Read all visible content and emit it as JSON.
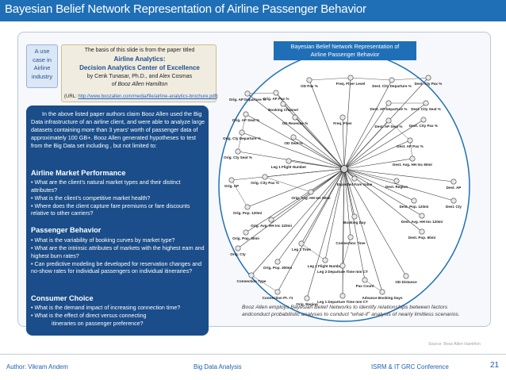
{
  "title": "Bayesian Belief Network Representation of Airline Passenger Behavior",
  "use_case": [
    "A use",
    "case in",
    "Airline",
    "industry"
  ],
  "paper": {
    "intro": "The basis of this slide is from the paper titled",
    "title_line1": "Airline Analytics:",
    "title_line2": "Decision Analytics Center of Excellence",
    "authors": "by  Cenk Tunasar, Ph.D.,  and  Alex Cosmas",
    "org": "of  Booz  Allen Hamilton",
    "url_prefix": "(URL: ",
    "url": "http://www.boozallen.com/media/file/airline-analytics-brochure.pdf",
    "url_suffix": ")"
  },
  "panel": {
    "intro": "In the above listed paper authors claim Booz Allen used the Big Data infrastructure of an airline client, and were able to analyze large datasets containing more than 3 years' worth of passenger data of approximately 100 GB+. Booz Allen generated hypotheses to test from the Big Data  set including , but not limited to:",
    "sections": [
      {
        "heading": "Airline Market Performance",
        "bullets": [
          "• What are the client’s natural market types and their distinct attributes?",
          "• What is the client’s competitive market health?",
          "• Where does the client capture fare premiums or fare discounts relative to other carriers?"
        ]
      },
      {
        "heading": "Passenger Behavior",
        "bullets": [
          "• What is the variability of booking curves by market type?",
          "• What are the intrinsic attributes of markets with the highest earn and highest burn rates?",
          "• Can predictive modeling be developed for reservation changes and no-show rates for individual passengers on individual itineraries?"
        ]
      },
      {
        "heading": "Consumer Choice",
        "bullets": [
          "• What is the demand impact of increasing connection time?",
          "• What is the effect of direct versus connecting"
        ],
        "continuation": "itineraries on passenger preference?"
      }
    ]
  },
  "diagram": {
    "caption_line1": "Bayesian Belief Network Representation of",
    "caption_line2": "Airline Passenger Behavior",
    "nodes": [
      {
        "label": "OD Pax %"
      },
      {
        "label": "Freq. Flyer Level"
      },
      {
        "label": "Dest. City Departure %"
      },
      {
        "label": "Dest. Cty Pax %"
      },
      {
        "label": "Orig. AP Departure %"
      },
      {
        "label": "Booking Channel"
      },
      {
        "label": "Dest. AP Departure %"
      },
      {
        "label": "Dest. City Seat %"
      },
      {
        "label": "Orig. AP Pax %"
      },
      {
        "label": "Orig. AP Seat %"
      },
      {
        "label": "Orig. Cty Departure %"
      },
      {
        "label": "OD Revenue %"
      },
      {
        "label": "Freq. Flyer"
      },
      {
        "label": "Dest. AP Seat %"
      },
      {
        "label": "Dest. City Pax %"
      },
      {
        "label": "Orig. Cty Seat %"
      },
      {
        "label": "OD Seat %"
      },
      {
        "label": "Dest. AP Pax %"
      },
      {
        "label": "Leg 1 Flight Number"
      },
      {
        "label": "Dest. Avg. HH Inc 60mi"
      },
      {
        "label": "Orig. AP"
      },
      {
        "label": "Orig. City Pax %"
      },
      {
        "label": "Expected Fare Value"
      },
      {
        "label": "Dest. Region"
      },
      {
        "label": "Dest. AP"
      },
      {
        "label": "Orig. Avg. HH Inc 60mi"
      },
      {
        "label": "Dest. Pop. 120mi"
      },
      {
        "label": "Dest. Cty"
      },
      {
        "label": "Orig. Pop. 120mi"
      },
      {
        "label": "Dest. Avg. HH Inc 120mi"
      },
      {
        "label": "Orig. Avg. HH Inc 120mi"
      },
      {
        "label": "Booking Day"
      },
      {
        "label": "Orig. Pop. 60mi"
      },
      {
        "label": "Dest. Pop. 60mi"
      },
      {
        "label": "Orig. Cty"
      },
      {
        "label": "Connection Time"
      },
      {
        "label": "Leg 1 Time"
      },
      {
        "label": "Leg 2 Flight Number"
      },
      {
        "label": "Orig. Pop. 300mi"
      },
      {
        "label": "Leg 2 Departure Time mm CT"
      },
      {
        "label": "Connection Type"
      },
      {
        "label": "Pax Count"
      },
      {
        "label": "OD Distance"
      },
      {
        "label": "Connection Pt. #1"
      },
      {
        "label": "Orig. Region"
      },
      {
        "label": "Advance Booking Days"
      },
      {
        "label": "Leg 1 Departure Time mm CT"
      }
    ],
    "footnote": "Booz Allen employs Bayesian Belief Networks to identify relationships between factors andconduct probabilistic analyses to conduct “what-if” analysis of nearly limitless scenarios."
  },
  "source_note": "Source: Booz Allen Hamilton",
  "footer": {
    "author": "Author: Vikram Andem",
    "center": "Big Data  Analysis",
    "right": "ISRM & IT GRC Conference",
    "page": "21"
  },
  "colors": {
    "accent": "#1f6fb7",
    "panel": "#1a4d89",
    "node_fill": "#e9e9e9"
  }
}
